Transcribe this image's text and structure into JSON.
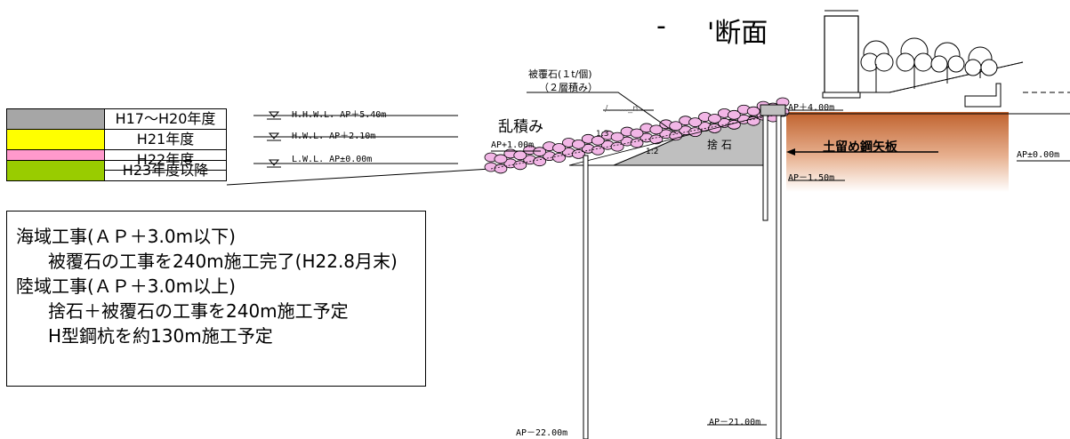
{
  "title": {
    "dash": "-",
    "text": "'断面"
  },
  "legend": [
    {
      "color": "#a6a6a6",
      "label": "H17～H20年度"
    },
    {
      "color": "#ffff00",
      "label": "H21年度"
    },
    {
      "color": "#ff99cc",
      "label": "H22年度"
    },
    {
      "color": "#99cc00",
      "label": "H23年度以降"
    }
  ],
  "water_levels": {
    "hhwl": "H.H.W.L. AP＋5.40m",
    "hwl": "H.W.L. AP＋2.10m",
    "lwl": "L.W.L. AP±0.00m"
  },
  "section": {
    "armor_stone": "被覆石(１t/個)",
    "armor_layers": "（２層積み）",
    "random_pile": "乱積み",
    "fill_stone": "捨 石",
    "slope_upper": "1:3",
    "slope_lower": "1:2",
    "sheet_pile": "土留め鋼矢板",
    "faded_label": "/.　..._n",
    "levels": {
      "ap_plus1": "AP+1.00m",
      "ap_plus4": "AP＋4.00m",
      "ap_zero": "AP±0.00m",
      "ap_minus1_5": "AP－1.50m",
      "ap_minus21": "AP－21.00m",
      "ap_minus22": "AP－22.00m"
    }
  },
  "notes": [
    "海域工事(ＡＰ＋3.0m以下)",
    "被覆石の工事を240m施工完了(H22.8月末)",
    "陸域工事(ＡＰ＋3.0m以上)",
    "捨石＋被覆石の工事を240m施工予定",
    "H型鋼杭を約130m施工予定"
  ],
  "colors": {
    "armor": "#f2b6e6",
    "fill": "#bfbfbf",
    "soil_top": "#c0622e"
  }
}
